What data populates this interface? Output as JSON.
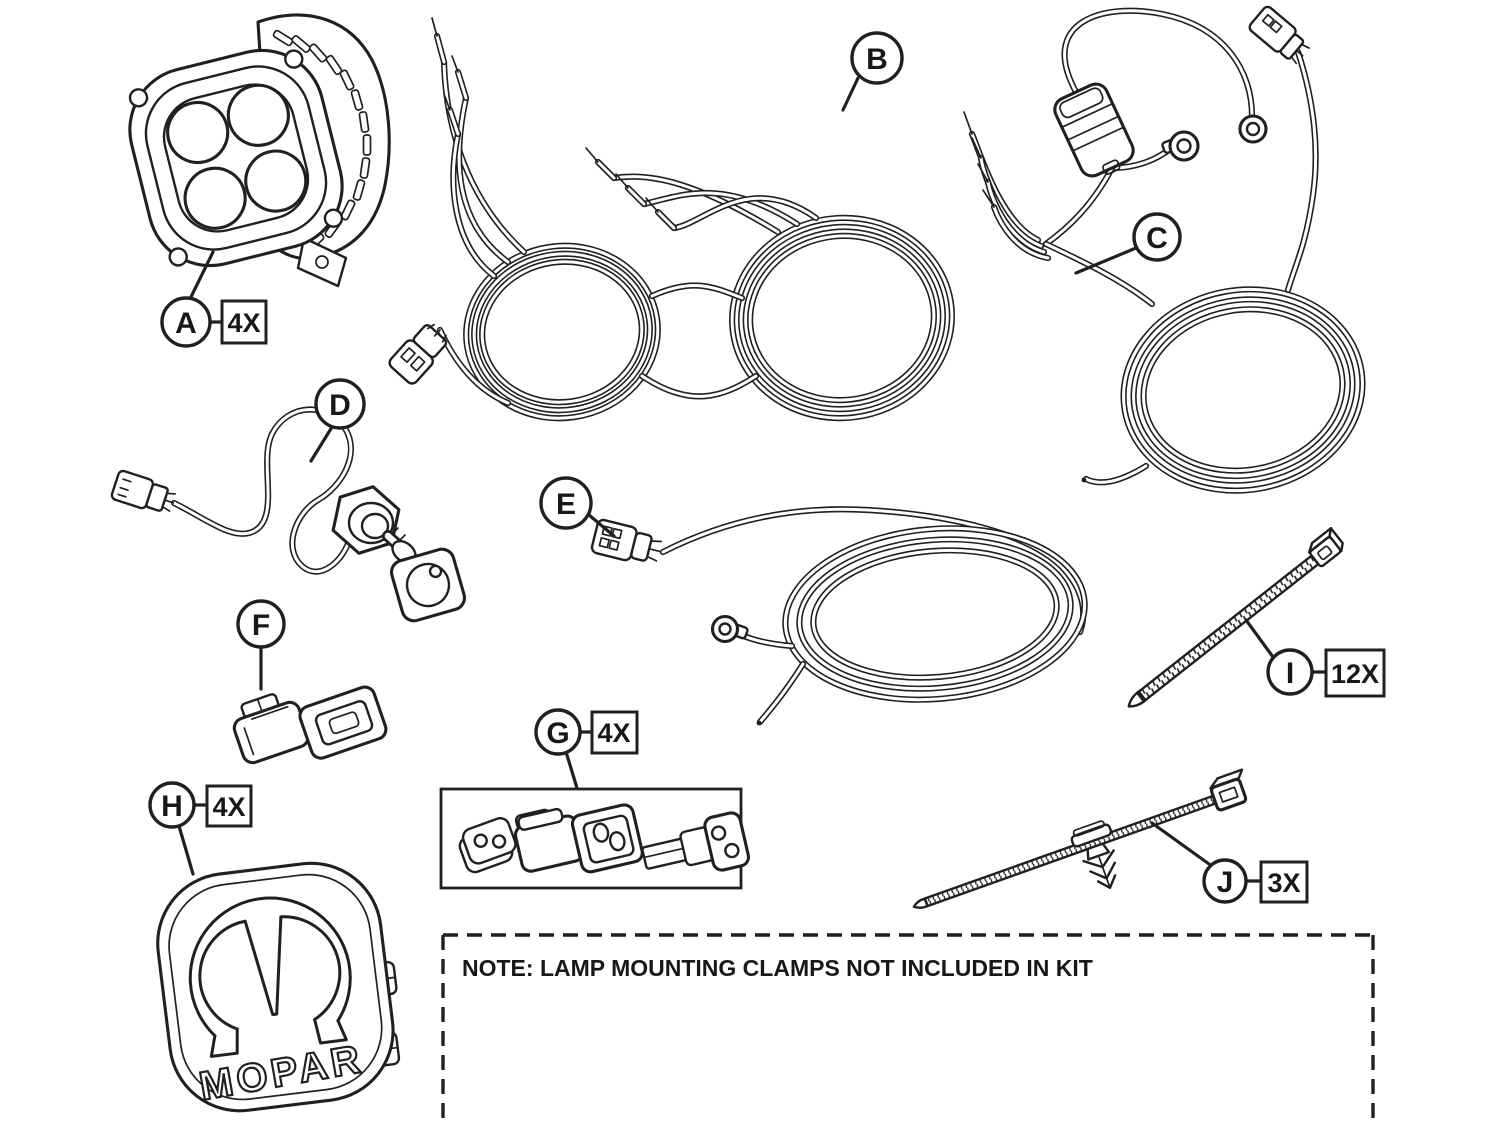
{
  "colors": {
    "line": "#231f20",
    "text": "#16181c",
    "background": "#ffffff"
  },
  "note": {
    "text": "NOTE: LAMP MOUNTING CLAMPS NOT INCLUDED IN KIT"
  },
  "logo": {
    "text": "MOPAR"
  },
  "callouts": {
    "a": {
      "letter": "A",
      "qty": "4X"
    },
    "b": {
      "letter": "B"
    },
    "c": {
      "letter": "C"
    },
    "d": {
      "letter": "D"
    },
    "e": {
      "letter": "E"
    },
    "f": {
      "letter": "F"
    },
    "g": {
      "letter": "G",
      "qty": "4X"
    },
    "h": {
      "letter": "H",
      "qty": "4X"
    },
    "i": {
      "letter": "I",
      "qty": "12X"
    },
    "j": {
      "letter": "J",
      "qty": "3X"
    }
  }
}
